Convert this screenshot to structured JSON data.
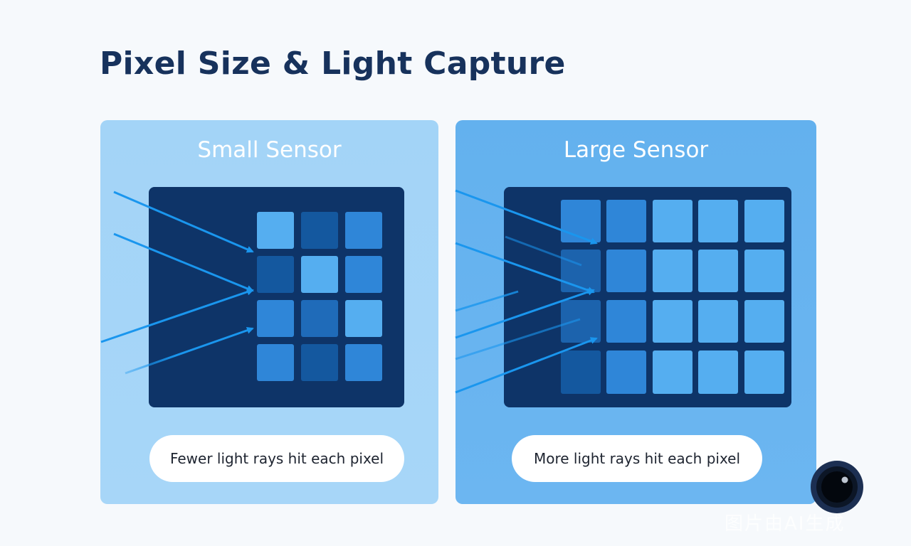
{
  "title": "Pixel Size & Light Capture",
  "panels": {
    "small": {
      "heading": "Small Sensor",
      "caption": "Fewer light rays hit each pixel"
    },
    "large": {
      "heading": "Large Sensor",
      "caption": "More light rays hit each pixel"
    }
  },
  "watermark": "图片由AI生成",
  "icons": {
    "lens": "camera-lens-icon",
    "arrow": "light-ray-arrow-icon"
  },
  "colors": {
    "background": "#f6f9fc",
    "title": "#17325c",
    "small_panel": "#a3d4f7",
    "large_panel": "#63b1ee",
    "sensor_grid": "#0e3468",
    "light_ray": "#1a96ee",
    "pixel_bright": "#55aef0",
    "pixel_mid": "#2f86d8",
    "pixel_dark": "#14589f"
  }
}
